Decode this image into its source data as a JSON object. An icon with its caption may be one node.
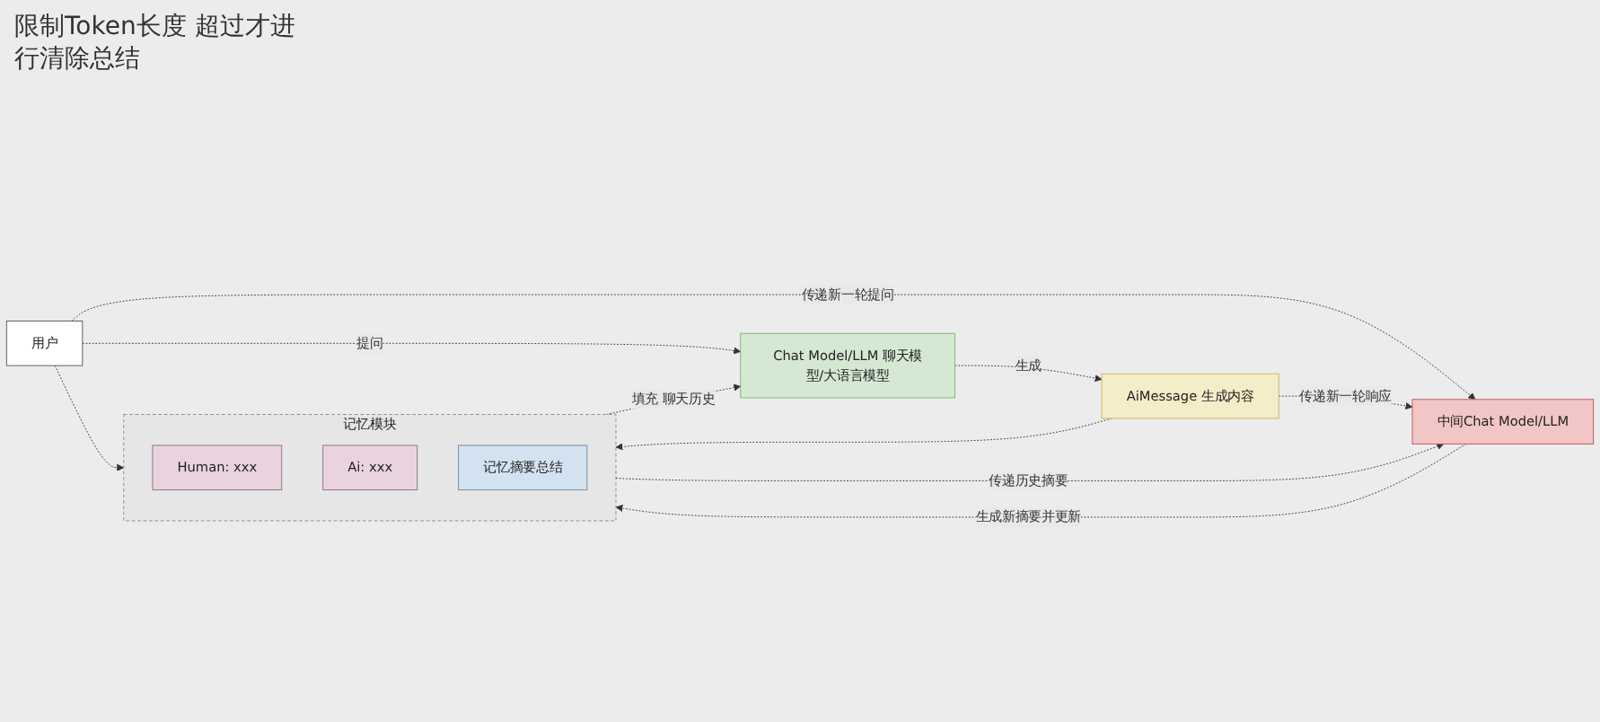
{
  "diagram": {
    "nodes": [
      {
        "text": [
          "记忆模块"
        ]
      },
      {
        "text": [
          "Human: xxx"
        ],
        "in": 0
      },
      {
        "text": [
          "Ai: xxx"
        ],
        "in": 0
      },
      {
        "text": [
          "记忆摘要总结"
        ],
        "in": 0
      },
      {
        "text": [
          "Chat Model/LLM 聊天模型/大语言模型"
        ]
      },
      {
        "text": [
          "AiMessage 生成内容"
        ]
      },
      {
        "text": [
          "用户"
        ]
      },
      {
        "text": [
          "中间Chat Model/LLM"
        ]
      }
    ],
    "edges": [
      {
        "from": 0,
        "to": 4,
        "arrow": "to",
        "label": "填充 聊天历史",
        "style": "dashed"
      },
      {
        "from": 4,
        "to": 5,
        "arrow": "to",
        "label": "生成",
        "style": "dashed"
      },
      {
        "from": 5,
        "to": 0,
        "arrow": "to",
        "style": "dashed"
      },
      {
        "from": 6,
        "to": 4,
        "arrow": "to",
        "label": "提问",
        "style": "dashed"
      },
      {
        "from": 6,
        "to": 0,
        "arrow": "to",
        "style": "dashed"
      },
      {
        "from": 0,
        "to": 7,
        "arrow": "to",
        "label": "传递历史摘要",
        "style": "dashed"
      },
      {
        "from": 6,
        "to": 7,
        "arrow": "to",
        "label": "传递新一轮提问",
        "style": "dashed"
      },
      {
        "from": 5,
        "to": 7,
        "arrow": "to",
        "label": "传递新一轮响应",
        "style": "dashed"
      },
      {
        "from": 7,
        "to": 0,
        "arrow": "to",
        "label": "生成新摘要并更新",
        "style": "dashed"
      }
    ],
    "labels": [
      "限制Token长度 超过才进行清除总结"
    ]
  }
}
